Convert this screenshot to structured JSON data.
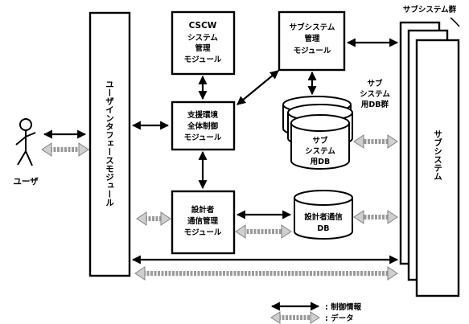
{
  "user": {
    "label": "ユーザ"
  },
  "ui_module": {
    "label": "ユーザインタフェースモジュール"
  },
  "cscw_module": {
    "lines": [
      "CSCW",
      "システム",
      "管理",
      "モジュール"
    ]
  },
  "env_control": {
    "lines": [
      "支援環境",
      "全体制御",
      "モジュール"
    ]
  },
  "designer_comm": {
    "lines": [
      "設計者",
      "通信管理",
      "モジュール"
    ]
  },
  "subsys_mgmt": {
    "lines": [
      "サブシステム",
      "管理",
      "モジュール"
    ]
  },
  "subsys_db_group": {
    "lines": [
      "サブ",
      "システム",
      "用DB群"
    ]
  },
  "subsys_db": {
    "lines": [
      "サブ",
      "システム",
      "用DB"
    ]
  },
  "designer_db": {
    "lines": [
      "設計者通信",
      "DB"
    ]
  },
  "subsystem": {
    "label": "サブシステム"
  },
  "subsystem_group": {
    "label": "サブシステム群"
  },
  "legend": {
    "control": ": 制御情報",
    "data": ": データ"
  }
}
